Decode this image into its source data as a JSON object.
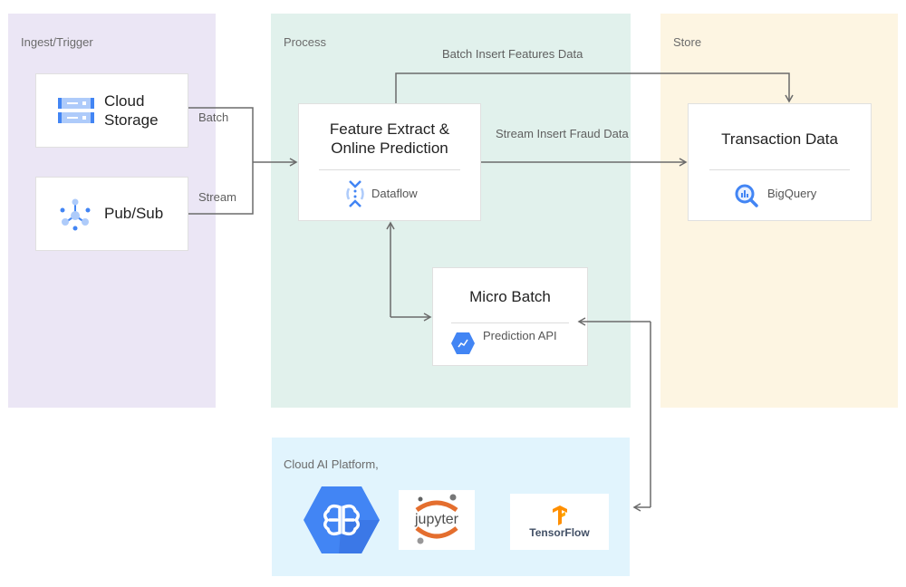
{
  "zones": {
    "ingest": {
      "label": "Ingest/Trigger",
      "color": "#ebe6f5"
    },
    "process": {
      "label": "Process",
      "color": "#e1f1ec"
    },
    "store": {
      "label": "Store",
      "color": "#fdf5e2"
    },
    "ai": {
      "label": "Cloud AI Platform,",
      "color": "#e1f4fd"
    }
  },
  "nodes": {
    "cloud_storage": {
      "title_line1": "Cloud",
      "title_line2": "Storage",
      "icon": "cloud-storage-icon"
    },
    "pubsub": {
      "title": "Pub/Sub",
      "icon": "pubsub-icon"
    },
    "feature_extract": {
      "title_line1": "Feature Extract &",
      "title_line2": "Online Prediction",
      "service": "Dataflow",
      "icon": "dataflow-icon"
    },
    "micro_batch": {
      "title": "Micro Batch",
      "service": "Prediction API",
      "icon": "prediction-api-icon"
    },
    "transaction": {
      "title": "Transaction Data",
      "service": "BigQuery",
      "icon": "bigquery-icon"
    },
    "ai_platform": {
      "icon": "ai-platform-brain-icon"
    },
    "jupyter": {
      "label": "jupyter",
      "icon": "jupyter-icon"
    },
    "tensorflow": {
      "label": "TensorFlow",
      "icon": "tensorflow-icon"
    }
  },
  "edges": {
    "batch": "Batch",
    "stream": "Stream",
    "batch_insert": "Batch Insert Features Data",
    "stream_insert": "Stream Insert Fraud Data"
  },
  "colors": {
    "google_blue": "#4285f4",
    "light_blue": "#aecbfa",
    "line": "#6b6b6b",
    "tf_orange": "#ff8f00",
    "jupyter_orange": "#e46e2e"
  }
}
